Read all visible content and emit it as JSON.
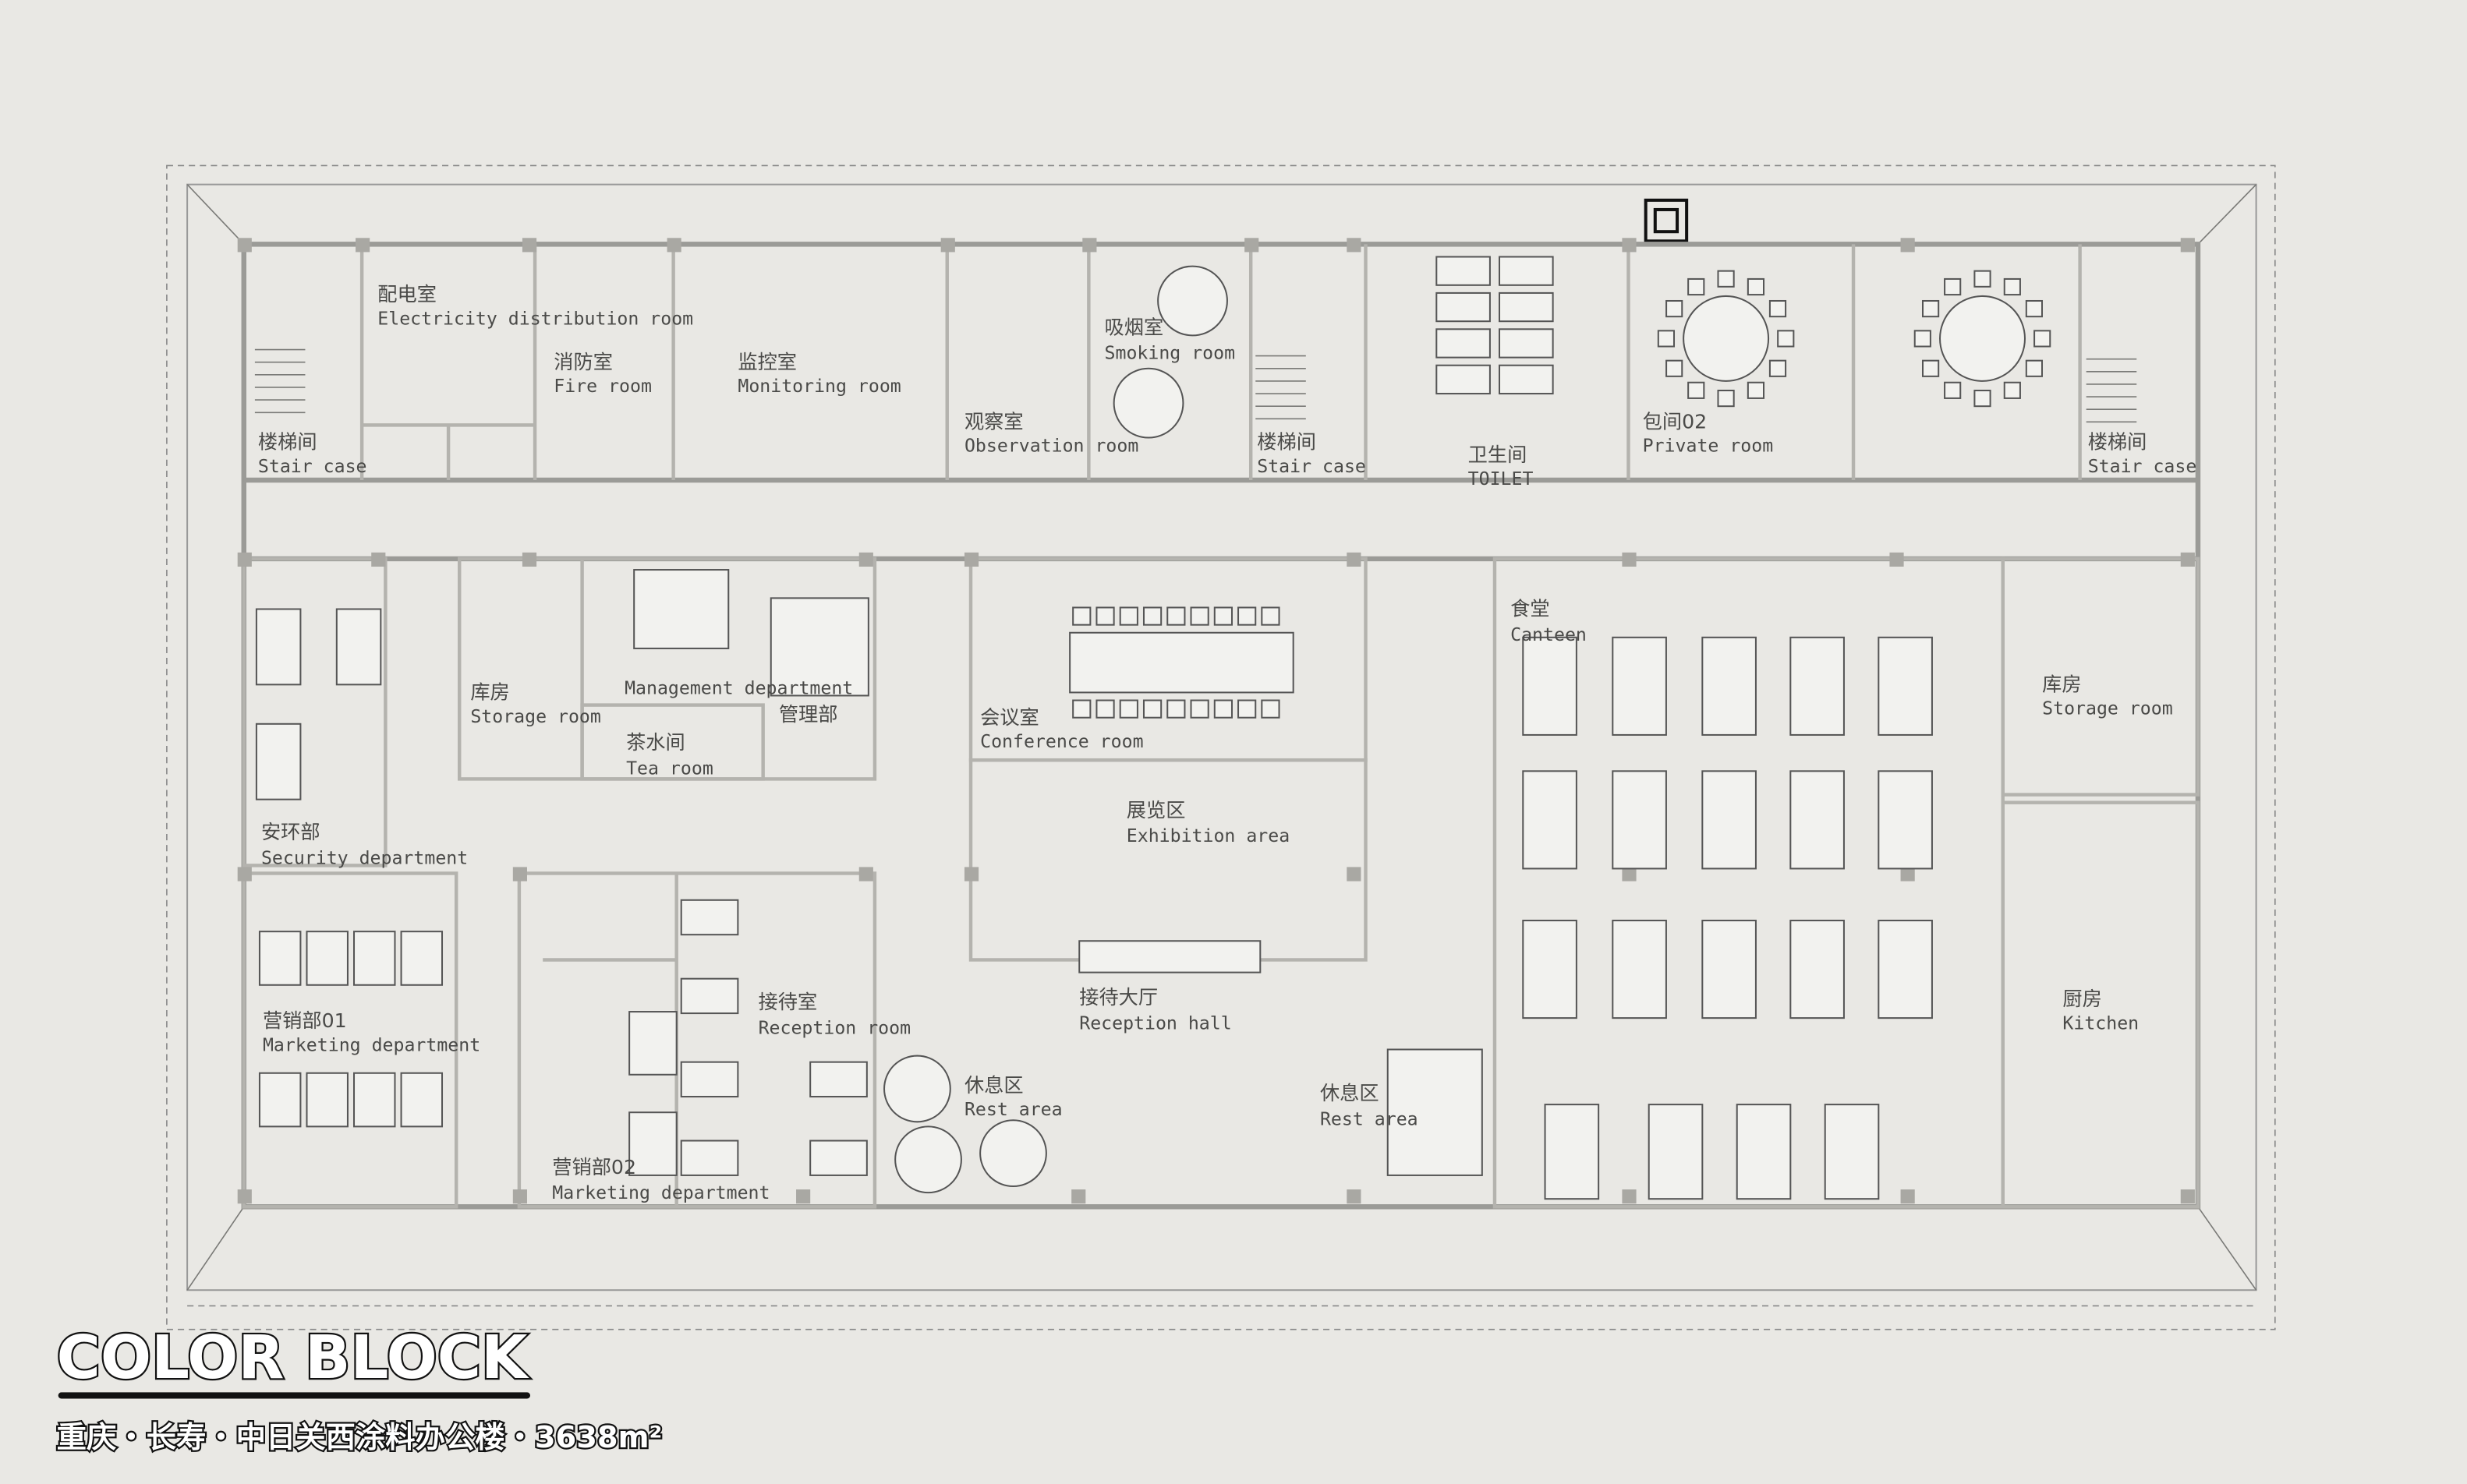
{
  "title": {
    "brand": "COLOR BLOCK",
    "subtitle": "重庆・长寿・中日关西涂料办公楼・3638m²"
  },
  "rooms": {
    "electricity": {
      "zh": "配电室",
      "en": "Electricity distribution room"
    },
    "fire": {
      "zh": "消防室",
      "en": "Fire room"
    },
    "monitoring": {
      "zh": "监控室",
      "en": "Monitoring room"
    },
    "observation": {
      "zh": "观察室",
      "en": "Observation room"
    },
    "smoking": {
      "zh": "吸烟室",
      "en": "Smoking room"
    },
    "stair1": {
      "zh": "楼梯间",
      "en": "Stair case"
    },
    "stair2": {
      "zh": "楼梯间",
      "en": "Stair case"
    },
    "stair3": {
      "zh": "楼梯间",
      "en": "Stair case"
    },
    "toilet": {
      "zh": "卫生间",
      "en": "TOILET"
    },
    "private": {
      "zh": "包间02",
      "en": "Private room"
    },
    "storage1": {
      "zh": "库房",
      "en": "Storage room"
    },
    "management": {
      "zh": "管理部",
      "en": "Management department"
    },
    "tea": {
      "zh": "茶水间",
      "en": "Tea room"
    },
    "conference": {
      "zh": "会议室",
      "en": "Conference room"
    },
    "exhibition": {
      "zh": "展览区",
      "en": "Exhibition area"
    },
    "canteen": {
      "zh": "食堂",
      "en": "Canteen"
    },
    "storage2": {
      "zh": "库房",
      "en": "Storage room"
    },
    "kitchen": {
      "zh": "厨房",
      "en": "Kitchen"
    },
    "security": {
      "zh": "安环部",
      "en": "Security department"
    },
    "marketing1": {
      "zh": "营销部01",
      "en": "Marketing department"
    },
    "marketing2": {
      "zh": "营销部02",
      "en": "Marketing department"
    },
    "reception": {
      "zh": "接待室",
      "en": "Reception room"
    },
    "reception_hall": {
      "zh": "接待大厅",
      "en": "Reception hall"
    },
    "rest1": {
      "zh": "休息区",
      "en": "Rest area"
    },
    "rest2": {
      "zh": "休息区",
      "en": "Rest area"
    }
  }
}
